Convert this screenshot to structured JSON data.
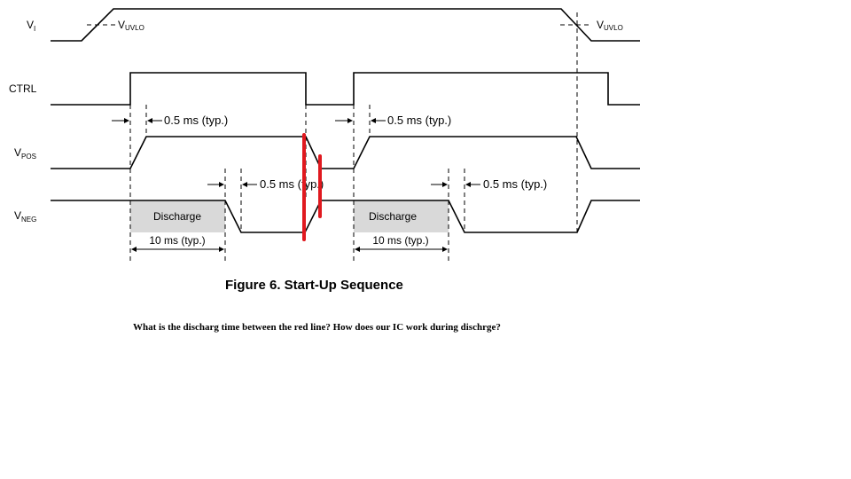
{
  "signals": {
    "vi": {
      "main": "V",
      "sub": "I"
    },
    "ctrl": {
      "main": "CTRL",
      "sub": ""
    },
    "vpos": {
      "main": "V",
      "sub": "POS"
    },
    "vneg": {
      "main": "V",
      "sub": "NEG"
    }
  },
  "uvlo": {
    "main": "V",
    "sub": "UVLO"
  },
  "timing": {
    "delay_label": "0.5 ms (typ.)",
    "discharge_label": "Discharge",
    "discharge_time_label": "10 ms (typ.)"
  },
  "caption": "Figure 6.  Start-Up Sequence",
  "question": "What is the discharg time between the red line? How does our IC work during dischrge?",
  "colors": {
    "annotation_red": "#e0191f",
    "discharge_fill": "#d9d9d9"
  }
}
